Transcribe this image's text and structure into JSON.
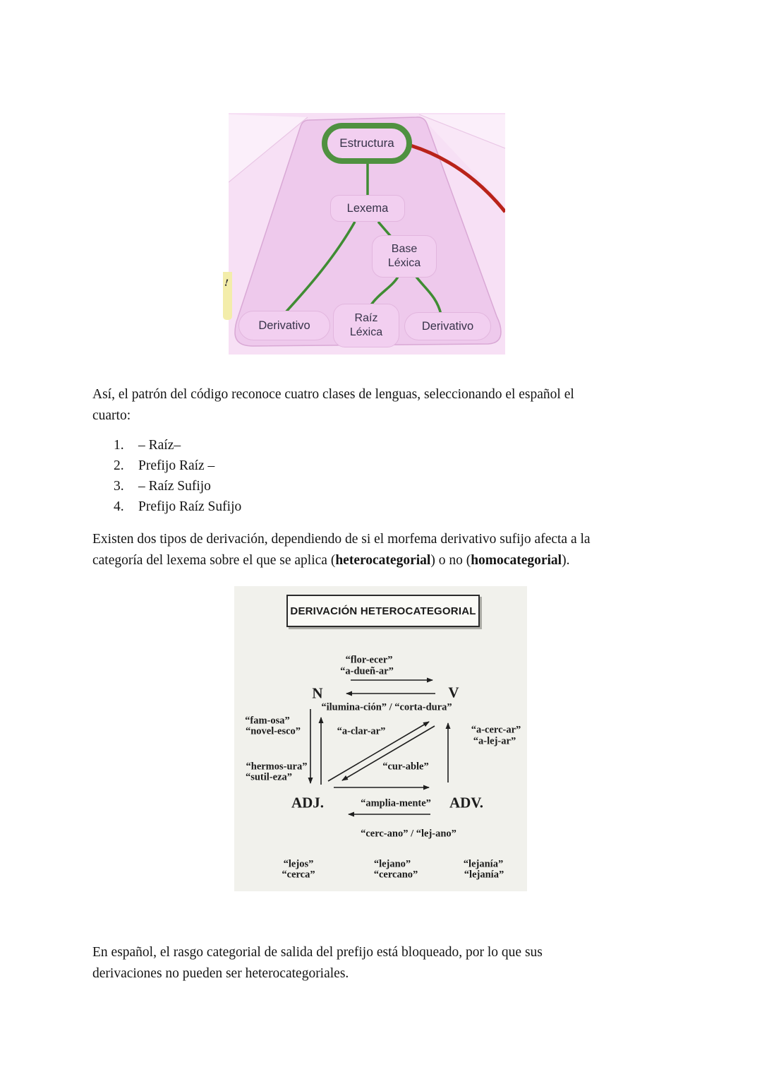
{
  "figure1": {
    "nodes": {
      "root": "Estructura",
      "lexema": "Lexema",
      "base_line1": "Base",
      "base_line2": "Léxica",
      "deriv_left": "Derivativo",
      "raiz_line1": "Raíz",
      "raiz_line2": "Léxica",
      "deriv_right": "Derivativo"
    },
    "note_glyph": "!",
    "colors": {
      "highlight_ring_green": "#4f9140",
      "branch_green": "#3f8c33",
      "link_red": "#b9231a",
      "node_pink": "#f2cff0",
      "panel_pink": "#eec9ec"
    }
  },
  "body": {
    "para1_line1": "Así, el patrón del código reconoce cuatro clases de lenguas, seleccionando el español el",
    "para1_line2": "cuarto:",
    "list": {
      "items": [
        {
          "num": "1.",
          "text": "– Raíz–"
        },
        {
          "num": "2.",
          "text": "Prefijo Raíz –"
        },
        {
          "num": "3.",
          "text": "– Raíz Sufijo"
        },
        {
          "num": "4.",
          "text": "Prefijo Raíz Sufijo"
        }
      ]
    },
    "para2_line1": "Existen dos tipos de derivación, dependiendo de si el morfema derivativo sufijo afecta a la",
    "para2_line2": {
      "pre": "categoría del lexema sobre el que se aplica (",
      "bold1": "heterocategorial",
      "mid": ") o no (",
      "bold2": "homocategorial",
      "post": ")."
    },
    "para3_line1": "En español, el rasgo categorial de salida del prefijo está bloqueado, por lo que sus",
    "para3_line2": "derivaciones no pueden ser heterocategoriales."
  },
  "figure2": {
    "title": "DERIVACIÓN HETEROCATEGORIAL",
    "labels": {
      "florecer": "“flor-ecer”",
      "aduenar": "“a-dueñ-ar”",
      "n": "N",
      "v": "V",
      "iluminacion_cortadura": "“ilumina-ción” / “corta-dura”",
      "famosa": "“fam-osa”",
      "novelesco": "“novel-esco”",
      "aclarar": "“a-clar-ar”",
      "acercar": "“a-cerc-ar”",
      "alejar": "“a-lej-ar”",
      "hermosura": "“hermos-ura”",
      "sutileza": "“sutil-eza”",
      "curable": "“cur-able”",
      "adj": "ADJ.",
      "ampliamente": "“amplia-mente”",
      "adv": "ADV.",
      "cercano_lejano": "“cerc-ano” / “lej-ano”",
      "lejos": "“lejos”",
      "cerca": "“cerca”",
      "lejano": "“lejano”",
      "cercano": "“cercano”",
      "lejania1": "“lejanía”",
      "lejania2": "“lejanía”"
    }
  }
}
